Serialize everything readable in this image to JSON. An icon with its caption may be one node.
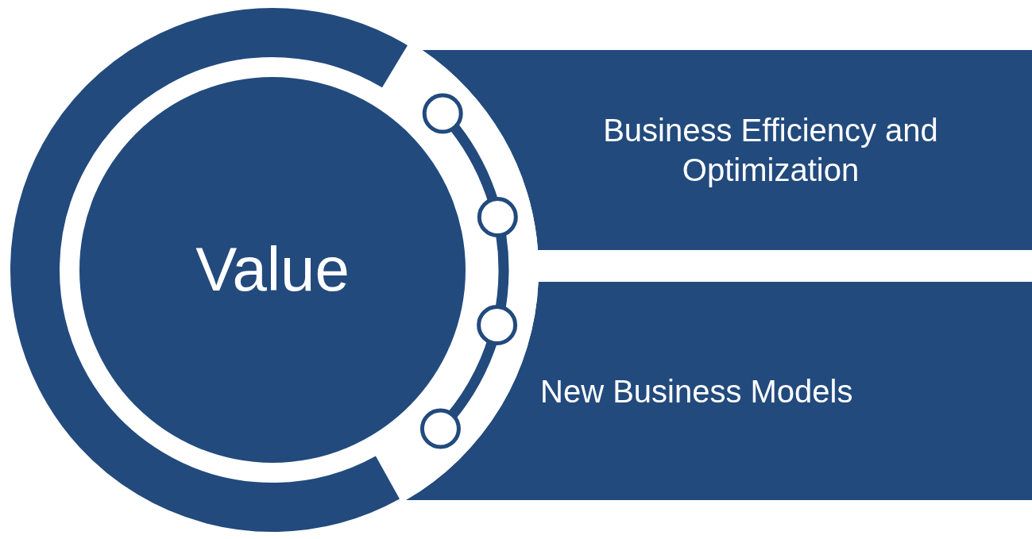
{
  "diagram": {
    "nodes": [
      {
        "text": [
          "Value"
        ]
      },
      {
        "text": [
          "Business Efficiency and Optimization"
        ]
      },
      {
        "text": [
          "New Business Models"
        ]
      }
    ]
  }
}
